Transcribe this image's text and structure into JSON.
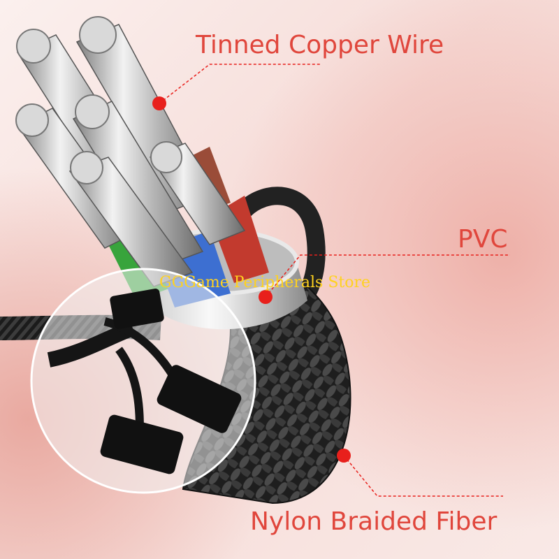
{
  "labels": {
    "tinned_copper_wire": "Tinned Copper Wire",
    "pvc": "PVC",
    "nylon_braided_fiber": "Nylon Braided Fiber"
  },
  "watermark": "GGGame Peripherals Store",
  "colors": {
    "label_text": "#e0463c",
    "marker": "#e8201c",
    "watermark": "#ffd21f",
    "background": "#f2d6d2",
    "braid": "#2a2a2a",
    "wire_green": "#38a43c",
    "wire_blue": "#3d6fd1",
    "wire_red": "#c23a2e",
    "wire_brown": "#9a4c38",
    "ring": "#d9d9d9"
  },
  "icons": [
    "copper-strand-icon",
    "connector-plug-icon",
    "marker-dot-icon"
  ]
}
